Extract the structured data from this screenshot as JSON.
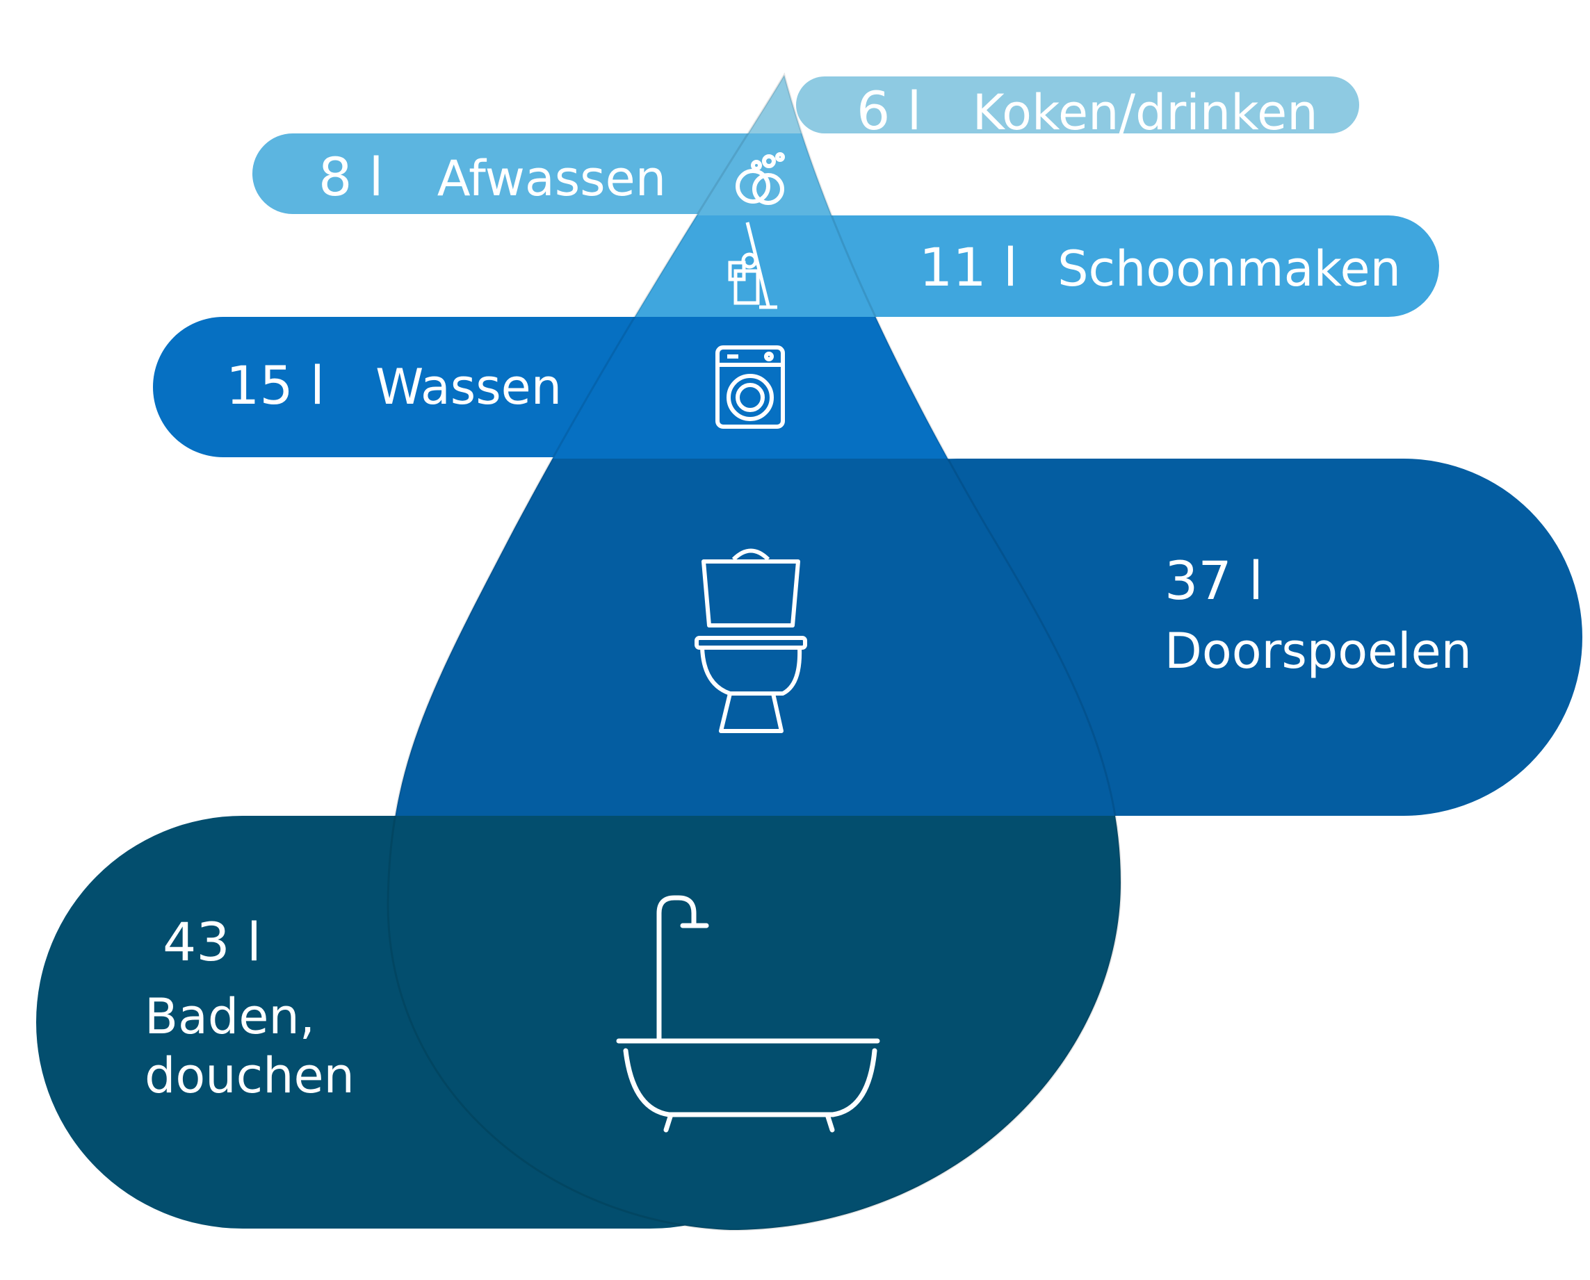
{
  "colors": {
    "koken": "#8ECAE2",
    "afwassen": "#5CB5E0",
    "schoonmaken": "#3FA6DE",
    "wassen": "#0670C2",
    "doorspoelen": "#045DA1",
    "baden": "#034E6E",
    "icon": "#ffffff"
  },
  "categories": [
    {
      "id": "koken",
      "amount": "6 l",
      "label": "Koken/drinken",
      "icon": "tap-icon"
    },
    {
      "id": "afwassen",
      "amount": "8 l",
      "label": "Afwassen",
      "icon": "dishes-icon"
    },
    {
      "id": "schoonmaken",
      "amount": "11 l",
      "label": "Schoonmaken",
      "icon": "mop-bucket-icon"
    },
    {
      "id": "wassen",
      "amount": "15 l",
      "label": "Wassen",
      "icon": "washing-machine-icon"
    },
    {
      "id": "doorspoelen",
      "amount": "37 l",
      "label": "Doorspoelen",
      "icon": "toilet-icon"
    },
    {
      "id": "baden",
      "amount": "43 l",
      "label_line1": "Baden,",
      "label_line2": "douchen",
      "icon": "bathtub-shower-icon"
    }
  ]
}
